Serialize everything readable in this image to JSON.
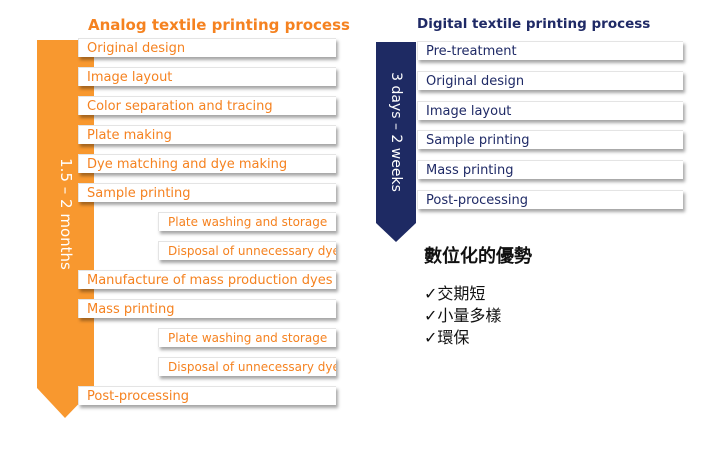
{
  "analog": {
    "title": "Analog textile printing process",
    "duration": "1.5 – 2 months",
    "steps": [
      "Original design",
      "Image layout",
      "Color separation and tracing",
      "Plate making",
      "Dye matching and dye making",
      "Sample printing",
      "Plate washing and storage",
      "Disposal of unnecessary dye",
      "Manufacture of mass production dyes",
      "Mass printing",
      "Plate washing and storage",
      "Disposal of unnecessary dye",
      "Post-processing"
    ]
  },
  "digital": {
    "title": "Digital textile printing process",
    "duration": "3 days – 2 weeks",
    "steps": [
      "Pre-treatment",
      "Original design",
      "Image layout",
      "Sample printing",
      "Mass printing",
      "Post-processing"
    ]
  },
  "advantages": {
    "title": "數位化的優勢",
    "items": [
      "✓交期短",
      "✓小量多樣",
      "✓環保"
    ]
  },
  "colors": {
    "analog_accent": "#f58220",
    "digital_accent": "#1f2a66",
    "analog_arrow": "#f8982f",
    "digital_arrow": "#1e2a63"
  }
}
